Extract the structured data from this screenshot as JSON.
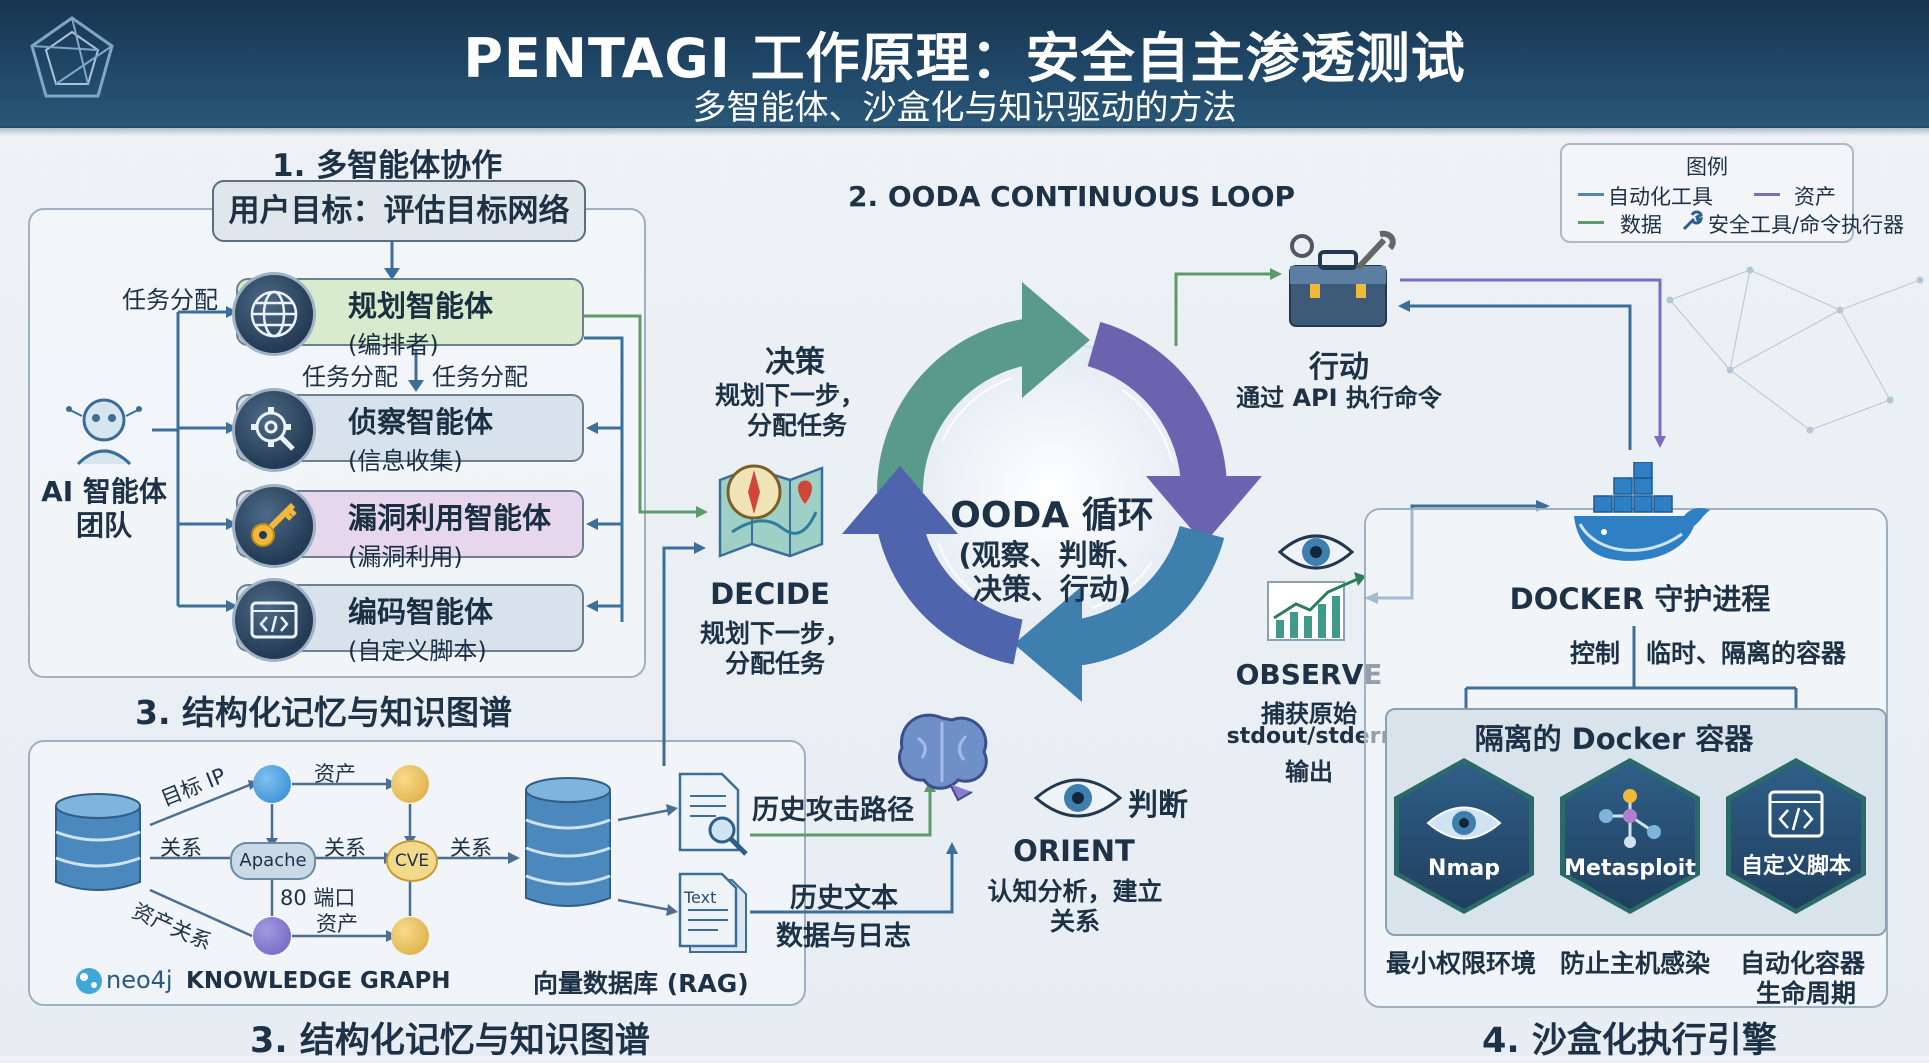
{
  "header": {
    "title": "PENTAGI 工作原理：安全自主渗透测试",
    "subtitle": "多智能体、沙盒化与知识驱动的方法"
  },
  "multi_agent": {
    "title": "1. 多智能体协作",
    "goal": "用户目标：评估目标网络",
    "task_assign_left": "任务分配",
    "task_assign_mid_1": "任务分配",
    "task_assign_mid_2": "任务分配",
    "team_label_1": "AI 智能体",
    "team_label_2": "团队",
    "agents": [
      {
        "name": "规划智能体",
        "role": "(编排者)",
        "color": "#d8eccd"
      },
      {
        "name": "侦察智能体",
        "role": "(信息收集)",
        "color": "#d7e2ec"
      },
      {
        "name": "漏洞利用智能体",
        "role": "(漏洞利用)",
        "color": "#e6d7ec"
      },
      {
        "name": "编码智能体",
        "role": "(自定义脚本)",
        "color": "#d7e2ec"
      }
    ],
    "footer_title": "3. 结构化记忆与知识图谱"
  },
  "ooda": {
    "title": "2. OODA CONTINUOUS LOOP",
    "center_title": "OODA 循环",
    "center_line1": "(观察、判断、",
    "center_line2": "决策、行动)",
    "decide_top": "决策",
    "decide_top_desc1": "规划下一步，",
    "decide_top_desc2": "分配任务",
    "decide_label": "DECIDE",
    "decide_desc1": "规划下一步，",
    "decide_desc2": "分配任务",
    "act_label": "行动",
    "act_desc": "通过 API 执行命令",
    "observe_label": "OBSERVE",
    "observe_desc1": "捕获原始",
    "observe_desc2": "stdout/stderr",
    "observe_desc3": "输出",
    "orient_cn": "判断",
    "orient_label": "ORIENT",
    "orient_desc1": "认知分析，建立",
    "orient_desc2": "关系"
  },
  "legend": {
    "title": "图例",
    "items": [
      {
        "label": "自动化工具",
        "color": "#4f86b8"
      },
      {
        "label": "资产",
        "color": "#7b6cc0"
      },
      {
        "label": "数据",
        "color": "#5f9a6a"
      },
      {
        "label": "安全工具/命令执行器",
        "color": "#2e5f8c"
      }
    ]
  },
  "memory": {
    "title": "3. 结构化记忆与知识图谱",
    "graph": {
      "target_ip": "目标 IP",
      "asset": "资产",
      "relation_1": "关系",
      "apache": "Apache",
      "relation_2": "关系",
      "cve": "CVE",
      "relation_3": "关系",
      "port": "80 端口",
      "asset_2": "资产",
      "asset_relation": "资产关系"
    },
    "neo4j_brand": "neo4j",
    "neo4j_label": "KNOWLEDGE GRAPH",
    "vector_db": "向量数据库 (RAG)",
    "history_path": "历史攻击路径",
    "text_tag": "Text",
    "history_text_1": "历史文本",
    "history_text_2": "数据与日志"
  },
  "sandbox": {
    "daemon": "DOCKER 守护进程",
    "control": "控制",
    "temp_containers": "临时、隔离的容器",
    "container_box_title": "隔离的 Docker 容器",
    "tools": [
      {
        "name": "Nmap",
        "note": "最小权限环境"
      },
      {
        "name": "Metasploit",
        "note": "防止主机感染"
      },
      {
        "name": "自定义脚本",
        "note": "自动化容器"
      }
    ],
    "last_note_2": "生命周期",
    "title": "4. 沙盒化执行引擎"
  }
}
